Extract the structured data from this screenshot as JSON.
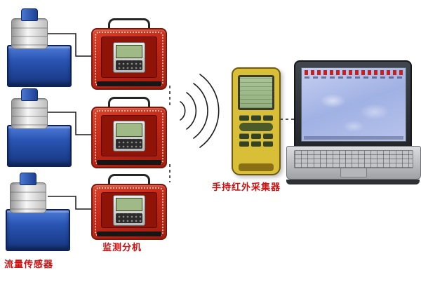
{
  "labels": {
    "flow_sensor": "流量传感器",
    "monitor_unit": "监测分机",
    "handheld_collector": "手持红外采集器"
  },
  "colors": {
    "label_text": "#cc1111",
    "monitor_box_red": "#c22718",
    "tank_blue": "#2a55b4",
    "handheld_yellow": "#d9bf37",
    "lcd_green": "#9fba86",
    "laptop_screen_blue": "#a0b1e3"
  },
  "diagram": {
    "flow_sensors": [
      "flow-sensor-1",
      "flow-sensor-2",
      "flow-sensor-3"
    ],
    "monitor_units": [
      "monitor-unit-1",
      "monitor-unit-2",
      "monitor-unit-3"
    ],
    "links": [
      {
        "from": "flow-sensor-1",
        "to": "monitor-unit-1",
        "style": "solid-wire"
      },
      {
        "from": "flow-sensor-2",
        "to": "monitor-unit-2",
        "style": "solid-wire"
      },
      {
        "from": "flow-sensor-3",
        "to": "monitor-unit-3",
        "style": "solid-wire"
      },
      {
        "from": "monitor-unit-1",
        "to": "monitor-unit-2",
        "style": "dashed"
      },
      {
        "from": "monitor-unit-2",
        "to": "monitor-unit-3",
        "style": "dashed"
      },
      {
        "from": "monitor-units",
        "to": "handheld-collector",
        "style": "wireless"
      },
      {
        "from": "handheld-collector",
        "to": "laptop",
        "style": "dashed"
      }
    ]
  }
}
